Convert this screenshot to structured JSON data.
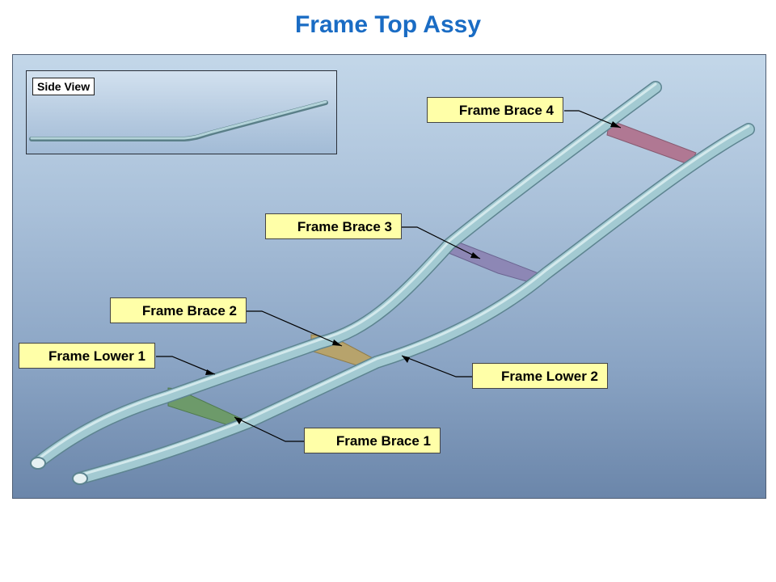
{
  "title": "Frame Top Assy",
  "inset": {
    "label": "Side View"
  },
  "callouts": {
    "frame_brace_4": "Frame Brace 4",
    "frame_brace_3": "Frame Brace 3",
    "frame_brace_2": "Frame Brace 2",
    "frame_brace_1": "Frame Brace 1",
    "frame_lower_1": "Frame Lower 1",
    "frame_lower_2": "Frame Lower 2"
  },
  "colors": {
    "title": "#1a6cc4",
    "tube": "#9fc6cf",
    "brace_1": "#6f9c6c",
    "brace_2": "#b8a46e",
    "brace_3": "#8e88b6",
    "brace_4": "#b07a93",
    "callout_fill": "#ffffa8"
  }
}
